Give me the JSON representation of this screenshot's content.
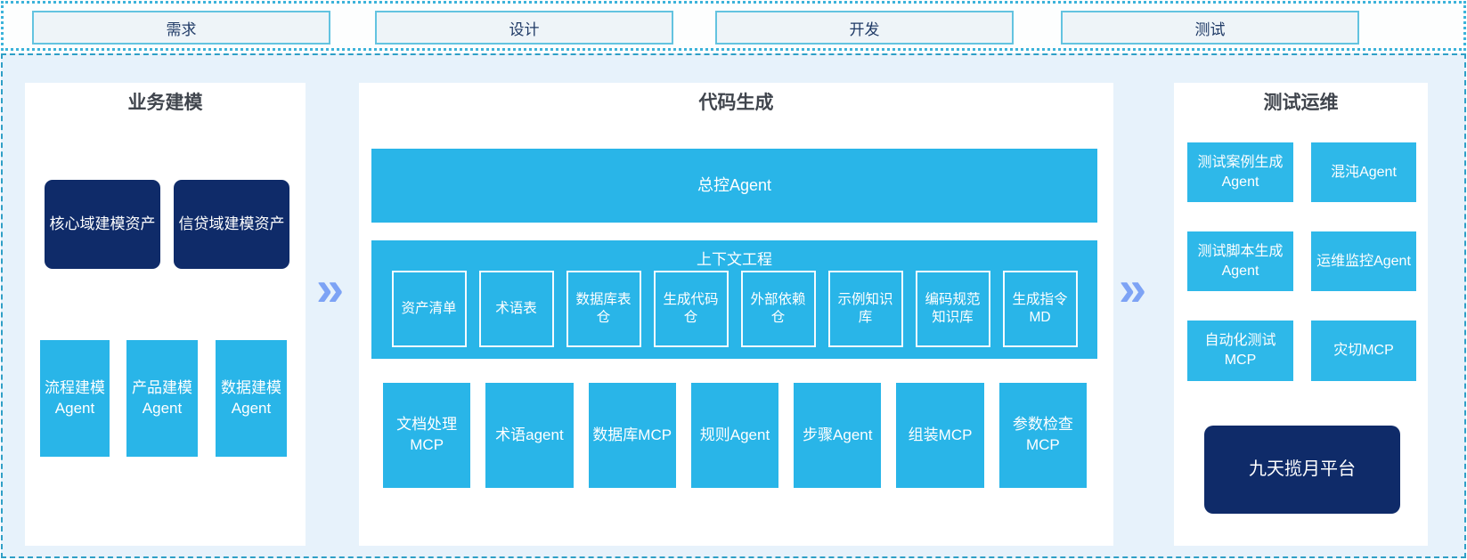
{
  "top_stages": [
    "需求",
    "设计",
    "开发",
    "测试"
  ],
  "panels": {
    "business_modeling": {
      "title": "业务建模",
      "asset_boxes": [
        "核心域建模资产",
        "信贷域建模资产"
      ],
      "agent_boxes": [
        "流程建模Agent",
        "产品建模Agent",
        "数据建模Agent"
      ]
    },
    "code_generation": {
      "title": "代码生成",
      "master_agent": "总控Agent",
      "context_engineering": {
        "title": "上下文工程",
        "items": [
          "资产清单",
          "术语表",
          "数据库表仓",
          "生成代码仓",
          "外部依赖仓",
          "示例知识库",
          "编码规范知识库",
          "生成指令MD"
        ]
      },
      "tool_boxes": [
        "文档处理MCP",
        "术语agent",
        "数据库MCP",
        "规则Agent",
        "步骤Agent",
        "组装MCP",
        "参数检查MCP"
      ]
    },
    "test_ops": {
      "title": "测试运维",
      "grid_boxes": [
        "测试案例生成Agent",
        "混沌Agent",
        "测试脚本生成Agent",
        "运维监控Agent",
        "自动化测试MCP",
        "灾切MCP"
      ],
      "platform_box": "九天揽月平台"
    }
  },
  "icons": {
    "flow_chevron": "»"
  },
  "colors": {
    "cyan": "#29b5e8",
    "cyan_light": "#2eb8e9",
    "navy": "#0f2b69",
    "main_bg": "#e7f2fb",
    "stage_bg": "#eef4f8",
    "stage_border": "#63c3e0",
    "dotted_border": "#3cb3da",
    "dashed_border": "#2f9fc6",
    "chevron": "#7da3f5",
    "title_text": "#40454d",
    "stage_text": "#1f3a66"
  }
}
